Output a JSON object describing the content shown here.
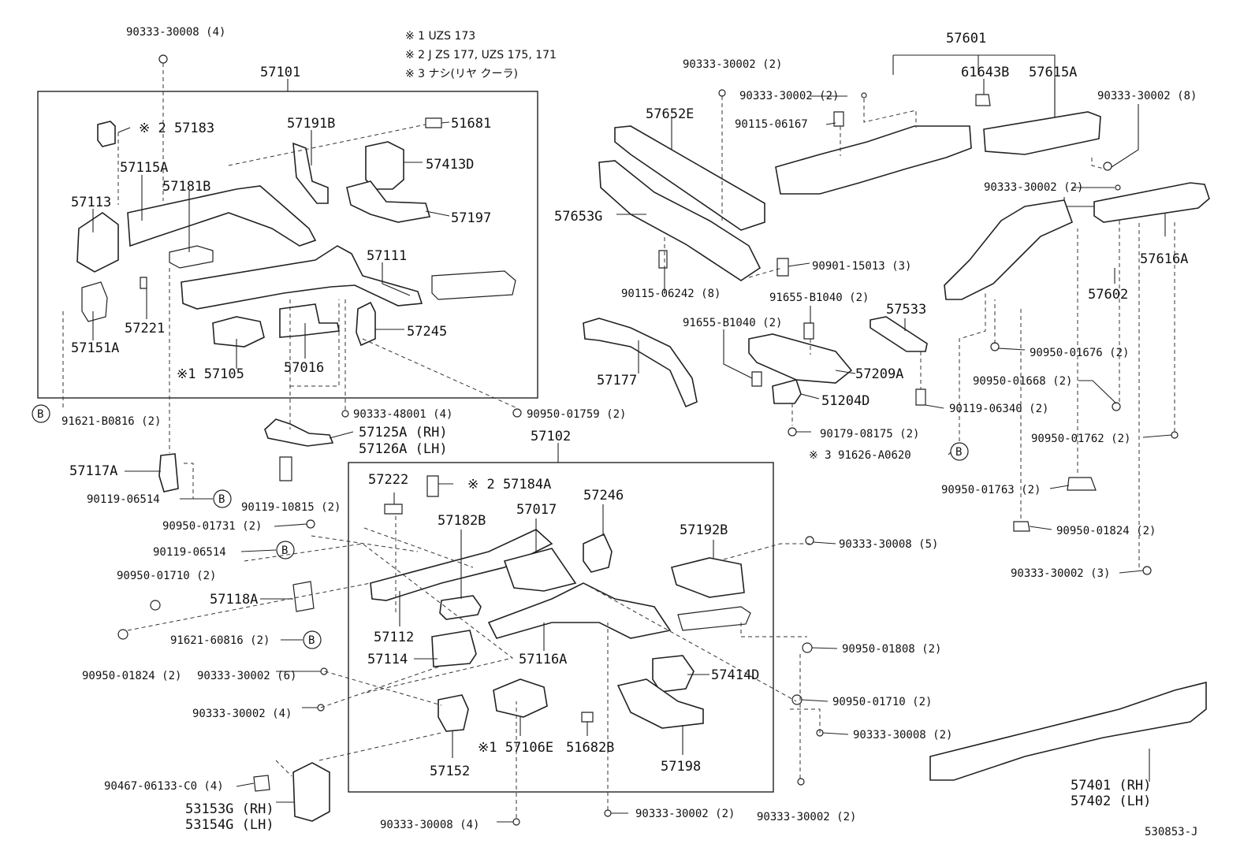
{
  "notes": [
    "※ 1  UZS 173",
    "※ 2  J ZS 177, UZS 175, 171",
    "※ 3  ナシ(リヤ クーラ)"
  ],
  "ref_b": "B",
  "doc_id": "530853-J",
  "parts": {
    "p57101": "57101",
    "p57102": "57102",
    "p57601": "57601",
    "p57602": "57602",
    "p57183": "※ 2  57183",
    "p57191B": "57191B",
    "p51681": "51681",
    "p57115A": "57115A",
    "p57413D": "57413D",
    "p57181B": "57181B",
    "p57113": "57113",
    "p57197": "57197",
    "p57111": "57111",
    "p57221": "57221",
    "p57245": "57245",
    "p57151A": "57151A",
    "p57105": "※1 57105",
    "p57016": "57016",
    "p57125A": "57125A (RH)",
    "p57126A": "57126A (LH)",
    "p57117A": "57117A",
    "p57222": "57222",
    "p57184A": "※ 2  57184A",
    "p57246": "57246",
    "p57182B": "57182B",
    "p57017": "57017",
    "p57192B": "57192B",
    "p57118A": "57118A",
    "p57112": "57112",
    "p57114": "57114",
    "p57116A": "57116A",
    "p57414D": "57414D",
    "p57152": "57152",
    "p57106E": "※1 57106E",
    "p51682B": "51682B",
    "p57198": "57198",
    "p53153G": "53153G (RH)",
    "p53154G": "53154G (LH)",
    "p57652E": "57652E",
    "p57653G": "57653G",
    "p61643B": "61643B",
    "p57615A": "57615A",
    "p57616A": "57616A",
    "p57533": "57533",
    "p57177": "57177",
    "p57209A": "57209A",
    "p51204D": "51204D",
    "p57401": "57401 (RH)",
    "p57402": "57402 (LH)"
  },
  "fasteners": {
    "f1": "90333-30008 (4)",
    "f2": "91621-B0816 (2)",
    "f3": "90333-48001 (4)",
    "f4": "90950-01759 (2)",
    "f5": "90119-06514",
    "f6": "90119-10815 (2)",
    "f7": "90950-01731 (2)",
    "f8": "90119-06514",
    "f9": "90950-01710 (2)",
    "f10": "91621-60816 (2)",
    "f11": "90950-01824 (2)",
    "f12": "90333-30002 (6)",
    "f13": "90333-30002 (4)",
    "f14": "90467-06133-C0 (4)",
    "f15": "90333-30008 (4)",
    "f16": "90333-30002 (2)",
    "f17": "90333-30002 (2)",
    "f18": "90333-30002 (2)",
    "f19": "90115-06167",
    "f20": "90333-30002 (8)",
    "f21": "90333-30002 (2)",
    "f22": "90901-15013 (3)",
    "f23": "90115-06242 (8)",
    "f24": "91655-B1040 (2)",
    "f25": "91655-B1040 (2)",
    "f26": "90950-01676 (2)",
    "f27": "90950-01668 (2)",
    "f28": "90119-06340 (2)",
    "f29": "90179-08175 (2)",
    "f30": "※ 3   91626-A0620",
    "f31": "90950-01762 (2)",
    "f32": "90950-01763 (2)",
    "f33": "90950-01824 (2)",
    "f34": "90333-30002 (3)",
    "f35": "90333-30008 (5)",
    "f36": "90950-01808 (2)",
    "f37": "90950-01710 (2)",
    "f38": "90333-30008 (2)",
    "f39": "90333-30002 (2)"
  }
}
